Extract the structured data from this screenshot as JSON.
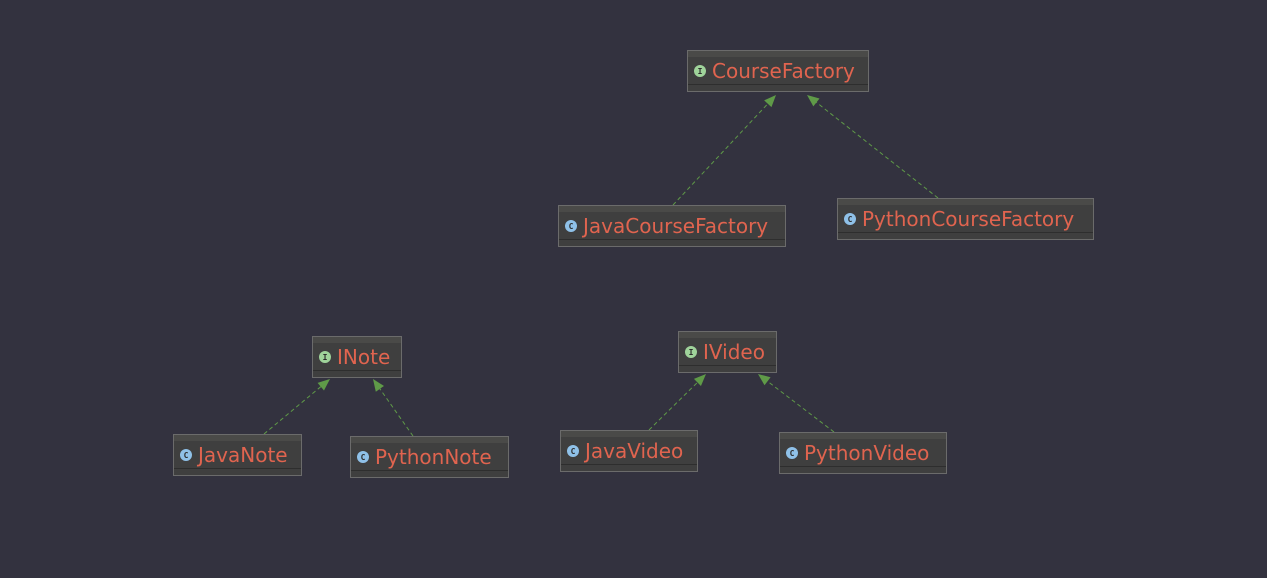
{
  "diagram": {
    "nodes": [
      {
        "id": "CourseFactory",
        "kind": "interface",
        "badge": "I",
        "label": "CourseFactory"
      },
      {
        "id": "JavaCourseFactory",
        "kind": "class",
        "badge": "C",
        "label": "JavaCourseFactory"
      },
      {
        "id": "PythonCourseFactory",
        "kind": "class",
        "badge": "C",
        "label": "PythonCourseFactory"
      },
      {
        "id": "INote",
        "kind": "interface",
        "badge": "I",
        "label": "INote"
      },
      {
        "id": "JavaNote",
        "kind": "class",
        "badge": "C",
        "label": "JavaNote"
      },
      {
        "id": "PythonNote",
        "kind": "class",
        "badge": "C",
        "label": "PythonNote"
      },
      {
        "id": "IVideo",
        "kind": "interface",
        "badge": "I",
        "label": "IVideo"
      },
      {
        "id": "JavaVideo",
        "kind": "class",
        "badge": "C",
        "label": "JavaVideo"
      },
      {
        "id": "PythonVideo",
        "kind": "class",
        "badge": "C",
        "label": "PythonVideo"
      }
    ],
    "edges": [
      {
        "from": "JavaCourseFactory",
        "to": "CourseFactory",
        "type": "implements"
      },
      {
        "from": "PythonCourseFactory",
        "to": "CourseFactory",
        "type": "implements"
      },
      {
        "from": "JavaNote",
        "to": "INote",
        "type": "implements"
      },
      {
        "from": "PythonNote",
        "to": "INote",
        "type": "implements"
      },
      {
        "from": "JavaVideo",
        "to": "IVideo",
        "type": "implements"
      },
      {
        "from": "PythonVideo",
        "to": "IVideo",
        "type": "implements"
      }
    ],
    "colors": {
      "background": "#33323f",
      "node_text": "#e0644f",
      "edge": "#5f9a48",
      "interface_badge": "#9fd39a",
      "class_badge": "#8fc1e8"
    }
  }
}
